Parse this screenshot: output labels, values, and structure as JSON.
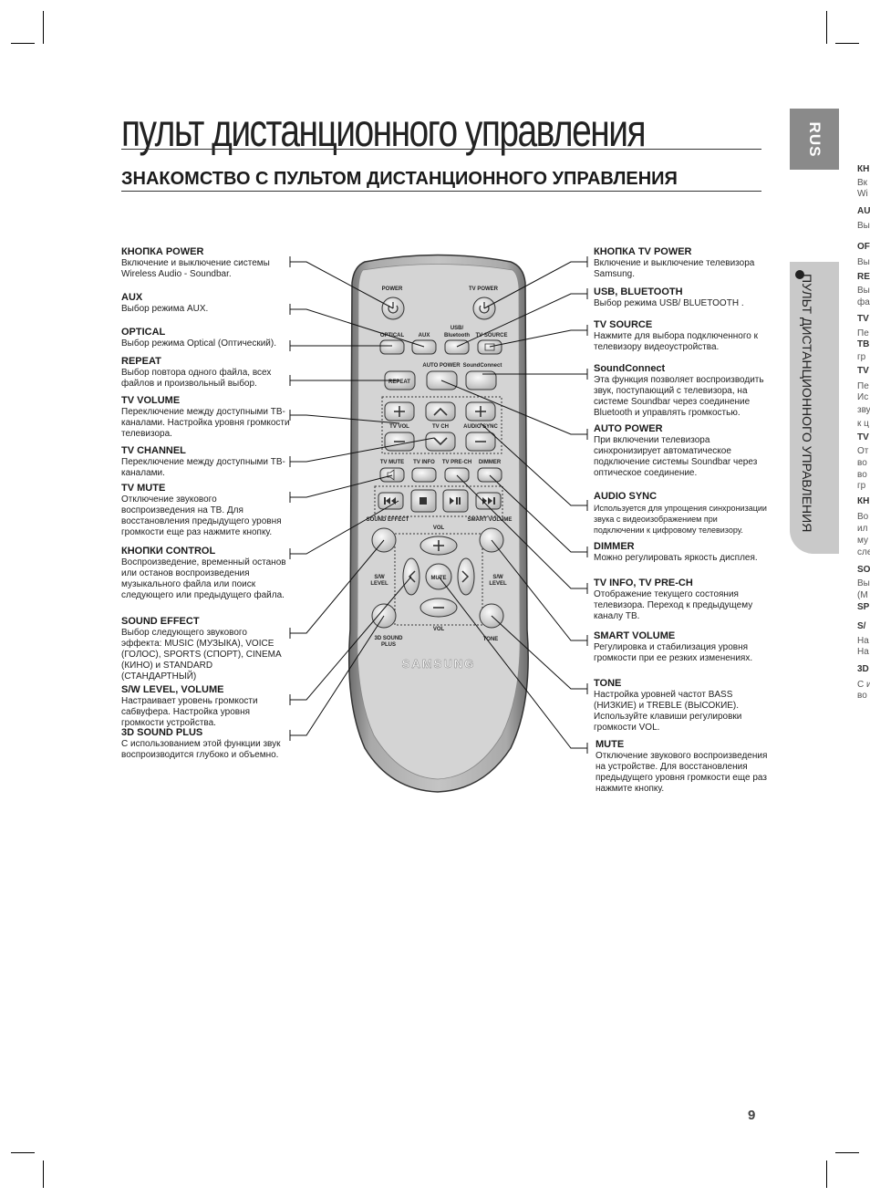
{
  "page": {
    "title": "пульт дистанционного управления",
    "subtitle": "ЗНАКОМСТВО С ПУЛЬТОМ ДИСТАНЦИОННОГО УПРАВЛЕНИЯ",
    "lang_tab": "RUS",
    "side_tab": "ПУЛЬТ ДИСТАНЦИОННОГО УПРАВЛЕНИЯ",
    "page_number": "9"
  },
  "annotations_left": [
    {
      "heading": "КНОПКА POWER",
      "text": "Включение и выключение системы Wireless Audio - Soundbar."
    },
    {
      "heading": "AUX",
      "text": "Выбор режима AUX."
    },
    {
      "heading": "OPTICAL",
      "text": "Выбор режима Optical (Оптический)."
    },
    {
      "heading": "REPEAT",
      "text": "Выбор повтора одного файла, всех файлов и произвольный выбор."
    },
    {
      "heading": "TV VOLUME",
      "text": "Переключение между доступными ТВ-каналами. Настройка уровня громкости телевизора."
    },
    {
      "heading": "TV CHANNEL",
      "text": "Переключение между доступными ТВ-каналами."
    },
    {
      "heading": "TV MUTE",
      "text": "Отключение звукового воспроизведения на ТВ. Для восстановления предыдущего уровня громкости еще раз нажмите кнопку."
    },
    {
      "heading": "КНОПКИ CONTROL",
      "text": "Воспроизведение, временный останов или останов воспроизведения музыкального файла или поиск следующего или предыдущего файла."
    },
    {
      "heading": "SOUND EFFECT",
      "text": "Выбор следующего звукового эффекта: MUSIC (МУЗЫКА), VOICE (ГОЛОС), SPORTS (СПОРТ), CINEMA (КИНО) и STANDARD (СТАНДАРТНЫЙ)"
    },
    {
      "heading": "S/W LEVEL, VOLUME",
      "text": "Настраивает уровень громкости сабвуфера. Настройка уровня громкости устройства."
    },
    {
      "heading": "3D SOUND PLUS",
      "text": "С использованием этой функции звук воспроизводится глубоко и объемно."
    }
  ],
  "annotations_right": [
    {
      "heading": "КНОПКА TV POWER",
      "text": "Включение и выключение телевизора Samsung."
    },
    {
      "heading": "USB, BLUETOOTH",
      "text": "Выбор режима USB/ BLUETOOTH ."
    },
    {
      "heading": "TV SOURCE",
      "text": "Нажмите для выбора подключенного к телевизору видеоустройства."
    },
    {
      "heading": "SoundConnect",
      "text": "Эта функция позволяет воспроизводить звук, поступающий с телевизора, на системе Soundbar через соединение Bluetooth и управлять громкостью."
    },
    {
      "heading": "AUTO POWER",
      "text": "При включении телевизора синхронизирует автоматическое подключение системы Soundbar через оптическое соединение."
    },
    {
      "heading": "AUDIO SYNC",
      "text": "Используется для упрощения синхронизации звука с видеоизображением при подключении к цифровому телевизору."
    },
    {
      "heading": "DIMMER",
      "text": "Можно регулировать яркость дисплея."
    },
    {
      "heading": "TV INFO, TV PRE-CH",
      "text": "Отображение текущего состояния телевизора. Переход к предыдущему каналу ТВ."
    },
    {
      "heading": "SMART VOLUME",
      "text": "Регулировка и стабилизация уровня громкости при ее резких изменениях."
    },
    {
      "heading": "TONE",
      "text": "Настройка уровней частот BASS (НИЗКИЕ) и TREBLE (ВЫСОКИЕ). Используйте клавиши регулировки громкости VOL."
    },
    {
      "heading": "MUTE",
      "text": "Отключение звукового воспроизведения на устройстве. Для восстановления предыдущего уровня громкости еще раз нажмите кнопку."
    }
  ],
  "remote": {
    "brand": "SAMSUNG",
    "labels": {
      "power": "POWER",
      "tv_power": "TV POWER",
      "optical": "OPTICAL",
      "aux": "AUX",
      "usb": "USB/",
      "bluetooth": "Bluetooth",
      "tv_source": "TV SOURCE",
      "repeat": "REPEAT",
      "auto_power": "AUTO POWER",
      "soundconnect": "SoundConnect",
      "tv_vol": "TV VOL",
      "tv_ch": "TV CH",
      "audio_sync": "AUDIO SYNC",
      "tv_mute": "TV MUTE",
      "tv_info": "TV INFO",
      "tv_prech": "TV PRE-CH",
      "dimmer": "DIMMER",
      "sound_effect": "SOUND EFFECT",
      "smart_volume": "SMART VOLUME",
      "vol": "VOL",
      "sw_level": "S/W",
      "level": "LEVEL",
      "mute": "MUTE",
      "sound3d": "3D SOUND",
      "plus": "PLUS",
      "tone": "TONE"
    }
  },
  "bleed_text": [
    "КН",
    "Вк",
    "Wi",
    "AU",
    "Вы",
    "OF",
    "Вы",
    "RE",
    "Вы",
    "фа",
    "TV",
    "Пе",
    "ТВ",
    "гр",
    "TV",
    "Пе",
    "Ис",
    "зву",
    "к ц",
    "TV",
    "От",
    "во",
    "во",
    "гр",
    "КН",
    "Во",
    "ил",
    "му",
    "сле",
    "SO",
    "Вы",
    "(М",
    "SP",
    "S/",
    "На",
    "На",
    "3D",
    "С и",
    "во"
  ]
}
